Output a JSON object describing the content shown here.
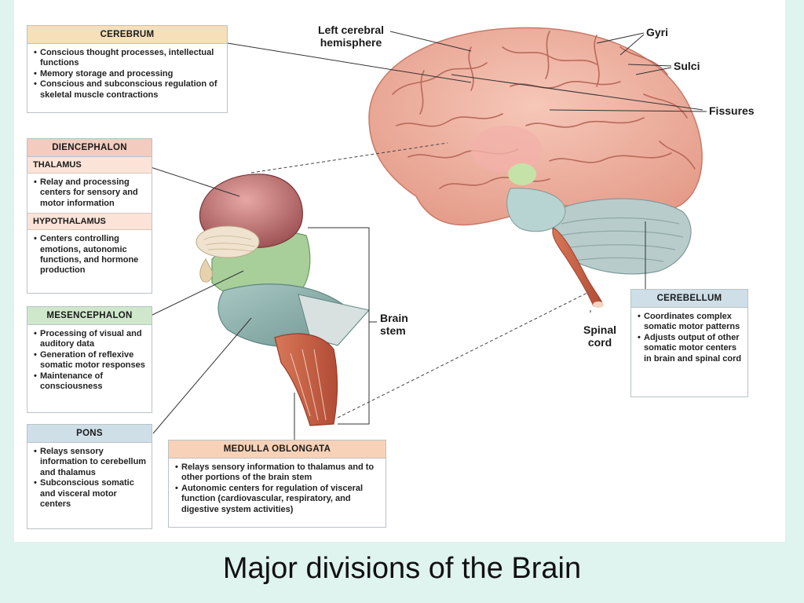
{
  "caption": "Major divisions of the Brain",
  "labels": {
    "left_cerebral_hemisphere": [
      "Left cerebral",
      "hemisphere"
    ],
    "gyri": "Gyri",
    "sulci": "Sulci",
    "fissures": "Fissures",
    "brain_stem": [
      "Brain",
      "stem"
    ],
    "spinal_cord": [
      "Spinal",
      "cord"
    ]
  },
  "boxes": {
    "cerebrum": {
      "title": "CEREBRUM",
      "items": [
        "Conscious thought processes, intellectual functions",
        "Memory storage and processing",
        "Conscious and subconscious regulation of skeletal muscle contractions"
      ]
    },
    "diencephalon": {
      "title": "DIENCEPHALON",
      "thalamus_title": "THALAMUS",
      "thalamus_items": [
        "Relay and processing centers for sensory and motor information"
      ],
      "hypothalamus_title": "HYPOTHALAMUS",
      "hypothalamus_items": [
        "Centers controlling emotions, autonomic functions, and hormone production"
      ]
    },
    "mesencephalon": {
      "title": "MESENCEPHALON",
      "items": [
        "Processing of visual and auditory data",
        "Generation of reflexive somatic motor responses",
        "Maintenance of consciousness"
      ]
    },
    "pons": {
      "title": "PONS",
      "items": [
        "Relays sensory information to cerebellum and thalamus",
        "Subconscious somatic and visceral motor centers"
      ]
    },
    "medulla": {
      "title": "MEDULLA OBLONGATA",
      "items": [
        "Relays sensory information to thalamus and to other portions of the brain stem",
        "Autonomic centers for regulation of visceral function (cardiovascular, respiratory, and digestive system activities)"
      ]
    },
    "cerebellum": {
      "title": "CEREBELLUM",
      "items": [
        "Coordinates complex somatic motor patterns",
        "Adjusts output of other somatic motor centers in brain and spinal cord"
      ]
    }
  },
  "colors": {
    "cerebrum_header": "#f6dfb9",
    "diencephalon_header": "#f3cbbf",
    "sub_header": "#fbe3d8",
    "mesencephalon_header": "#cfe8cc",
    "pons_header": "#cfdfe8",
    "medulla_header": "#f7d2b8",
    "cerebellum_header": "#cfdfe8",
    "brain": "#eeb0a0",
    "background": "#dff3ef"
  }
}
